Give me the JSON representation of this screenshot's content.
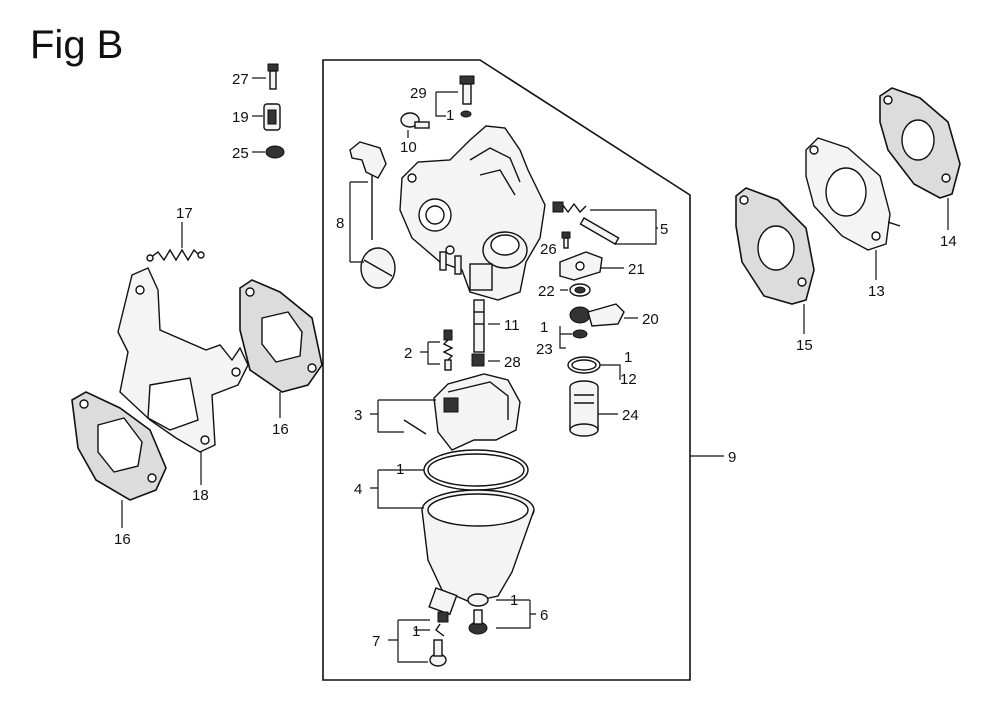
{
  "figure": {
    "title": "Fig B"
  },
  "callouts": {
    "c27": "27",
    "c19": "19",
    "c25": "25",
    "c17": "17",
    "c8": "8",
    "c29": "29",
    "c1a": "1",
    "c10": "10",
    "c5": "5",
    "c26": "26",
    "c21": "21",
    "c22": "22",
    "c20": "20",
    "c11": "11",
    "c1b": "1",
    "c23": "23",
    "c2": "2",
    "c28": "28",
    "c1c": "1",
    "c12": "12",
    "c3": "3",
    "c24": "24",
    "c1d": "1",
    "c4": "4",
    "c9": "9",
    "c1e": "1",
    "c6": "6",
    "c7": "7",
    "c1f": "1",
    "c15": "15",
    "c13": "13",
    "c14": "14",
    "c16a": "16",
    "c18": "18",
    "c16b": "16"
  }
}
